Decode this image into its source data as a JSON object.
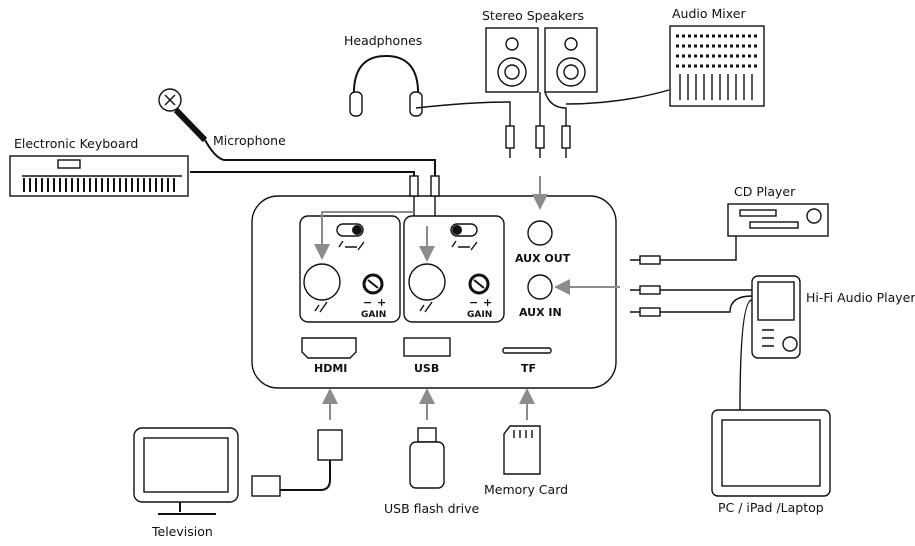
{
  "devices": {
    "stereo_speakers": "Stereo Speakers",
    "audio_mixer": "Audio Mixer",
    "headphones": "Headphones",
    "microphone": "Microphone",
    "electronic_keyboard": "Electronic Keyboard",
    "cd_player": "CD Player",
    "hifi_audio_player": "Hi-Fi Audio Player",
    "pc_ipad_laptop": "PC / iPad /Laptop",
    "television": "Television",
    "usb_flash_drive": "USB flash drive",
    "memory_card": "Memory Card"
  },
  "ports": {
    "aux_out": "AUX OUT",
    "aux_in": "AUX IN",
    "hdmi": "HDMI",
    "usb": "USB",
    "tf": "TF",
    "gain_left": "GAIN",
    "gain_right": "GAIN",
    "minus_left": "−",
    "plus_left": "+",
    "minus_right": "−",
    "plus_right": "+"
  },
  "colors": {
    "line": "#111111",
    "arrow": "#8c8c8c"
  }
}
